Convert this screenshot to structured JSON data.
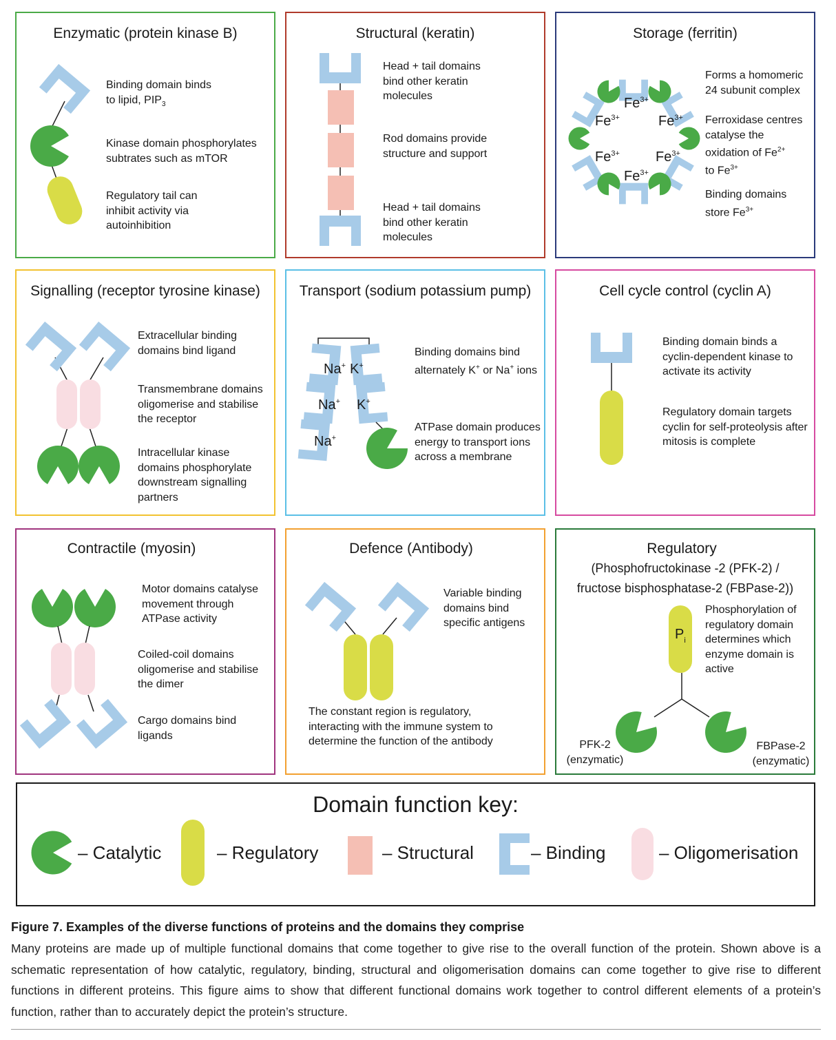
{
  "colors": {
    "catalytic": "#4aaa47",
    "regulatory": "#d9dc47",
    "structural": "#f5bfb4",
    "binding": "#a7cbe8",
    "oligomerisation": "#f9dde2"
  },
  "panels": {
    "enzymatic": {
      "title": "Enzymatic (protein kinase B)",
      "binding_line": "Binding domain binds",
      "binding_line2": "to lipid, PIP",
      "binding_sub": "3",
      "kinase_text": "Kinase domain phosphorylates subtrates such as mTOR",
      "tail_text": "Regulatory tail can inhibit activity via autoinhibition",
      "border": "#4aaa47"
    },
    "structural": {
      "title": "Structural (keratin)",
      "head_text_top": "Head + tail domains bind other keratin molecules",
      "rod_text": "Rod domains provide structure and support",
      "head_text_bottom": "Head + tail domains bind other keratin molecules",
      "border": "#b03a2a"
    },
    "storage": {
      "title": "Storage (ferritin)",
      "homomeric_text": "Forms a homomeric 24 subunit complex",
      "ferroxidase_line1": "Ferroxidase centres catalyse the",
      "ferroxidase_line2a": "oxidation of Fe",
      "ferroxidase_sup1": "2+",
      "ferroxidase_line3a": "to Fe",
      "ferroxidase_sup2": "3+",
      "binding_line1": "Binding domains",
      "binding_line2a": "store Fe",
      "binding_sup": "3+",
      "ion_base": "Fe",
      "ion_charge": "3+",
      "border": "#2a3a7a"
    },
    "signalling": {
      "title": "Signalling (receptor tyrosine kinase)",
      "extracellular_text": "Extracellular binding domains bind ligand",
      "transmembrane_text": "Transmembrane domains oligomerise and stabilise the receptor",
      "intracellular_text": "Intracellular kinase domains phosphorylate downstream signalling partners",
      "border": "#f2c230"
    },
    "transport": {
      "title": "Transport (sodium potassium pump)",
      "binding_line1": "Binding domains bind",
      "binding_line2a": "alternately K",
      "binding_line2b": " or Na",
      "binding_line2c": " ions",
      "plus": "+",
      "atpase_text": "ATPase domain produces energy to transport ions across a membrane",
      "na": "Na",
      "k": "K",
      "border": "#5bbfe6"
    },
    "cellcycle": {
      "title": "Cell cycle control (cyclin A)",
      "binding_text": "Binding domain binds a cyclin-dependent kinase to activate its activity",
      "regulatory_text": "Regulatory domain targets cyclin for self-proteolysis after mitosis is complete",
      "border": "#d64aa0"
    },
    "contractile": {
      "title": "Contractile (myosin)",
      "motor_text": "Motor domains catalyse movement through ATPase activity",
      "coiled_text": "Coiled-coil domains oligomerise and stabilise the dimer",
      "cargo_text": "Cargo domains bind ligands",
      "border": "#a0347e"
    },
    "defence": {
      "title": "Defence (Antibody)",
      "variable_text": "Variable binding domains bind specific antigens",
      "constant_text": "The constant region is regulatory, interacting with the immune system to determine the function of the antibody",
      "border": "#f2a030"
    },
    "regulatory": {
      "title": "Regulatory",
      "subtitle1": "(Phosphofructokinase -2 (PFK-2) /",
      "subtitle2": "fructose bisphosphatase-2 (FBPase-2))",
      "phospho_text": "Phosphorylation of regulatory domain determines which enzyme domain is active",
      "pi_label": "P",
      "pi_sub": "i",
      "pfk_label1": "PFK-2",
      "pfk_label2": "(enzymatic)",
      "fbp_label1": "FBPase-2",
      "fbp_label2": "(enzymatic)",
      "border": "#2a7a3a"
    }
  },
  "key": {
    "title": "Domain function key:",
    "catalytic": "– Catalytic",
    "regulatory": "– Regulatory",
    "structural": "– Structural",
    "binding": "– Binding",
    "oligomerisation": "– Oligomerisation"
  },
  "caption": {
    "title": "Figure 7. Examples of the diverse functions of proteins and the domains they comprise",
    "body": "Many proteins are made up of multiple functional domains that come together to give rise to the overall function of the protein. Shown above is a schematic representation of how catalytic, regulatory, binding, structural and oligomerisation domains can come together to give rise to different functions in different proteins. This figure aims to show that different functional domains work together to control different elements of a protein’s function, rather than to accurately depict the protein’s structure."
  }
}
